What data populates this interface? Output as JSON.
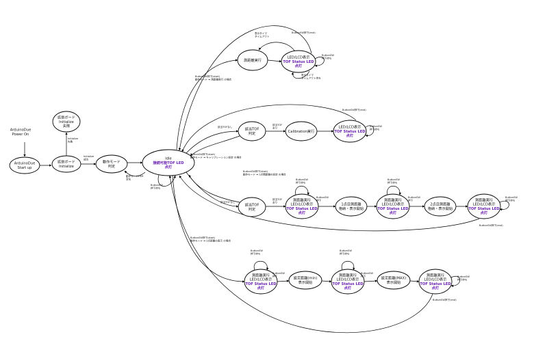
{
  "nodes": [
    {
      "id": "poweron",
      "lines": [
        "ArduinoDue",
        "Power On"
      ],
      "shape": "text"
    },
    {
      "id": "startup",
      "lines": [
        "ArduinoDue",
        "Start up"
      ],
      "shape": "ellipse"
    },
    {
      "id": "ext_init",
      "lines": [
        "拡張ボード",
        "Initialize"
      ],
      "shape": "ellipse"
    },
    {
      "id": "ext_fail",
      "lines": [
        "拡張ボード",
        "Initialize",
        "失敗"
      ],
      "shape": "ellipse"
    },
    {
      "id": "mode_judge",
      "lines": [
        "動作モード",
        "判定"
      ],
      "shape": "ellipse"
    },
    {
      "id": "idle",
      "lines": [
        "Idle",
        "接続可能TOF LED",
        "点灯"
      ],
      "purple": [
        1,
        2
      ],
      "shape": "ellipse"
    },
    {
      "id": "meas_run",
      "lines": [
        "測距離実行"
      ],
      "shape": "ellipse"
    },
    {
      "id": "lcd1",
      "lines": [
        "LED/LCD表示",
        "TOF Status LED",
        "点灯"
      ],
      "purple": [
        1,
        2
      ],
      "shape": "ellipse"
    },
    {
      "id": "tof_judge1",
      "lines": [
        "該当TOF",
        "判定"
      ],
      "shape": "ellipse"
    },
    {
      "id": "calib",
      "lines": [
        "Calibration実行"
      ],
      "shape": "ellipse"
    },
    {
      "id": "lcd2",
      "lines": [
        "LED/LCD表示",
        "TOF Status LED",
        "点灯"
      ],
      "purple": [
        1,
        2
      ],
      "shape": "ellipse"
    },
    {
      "id": "tof_judge2",
      "lines": [
        "該当TOF",
        "判定"
      ],
      "shape": "ellipse"
    },
    {
      "id": "run3",
      "lines": [
        "測距離実行",
        "LED/LCD表示",
        "TOF Status LED",
        "点灯"
      ],
      "purple": [
        2,
        3
      ],
      "shape": "ellipse"
    },
    {
      "id": "pt1",
      "lines": [
        "1点目測距離",
        "格納・表示開始"
      ],
      "shape": "ellipse"
    },
    {
      "id": "run4",
      "lines": [
        "測距離実行",
        "LED/LCD表示",
        "TOF Status LED",
        "点灯"
      ],
      "purple": [
        2,
        3
      ],
      "shape": "ellipse"
    },
    {
      "id": "pt2",
      "lines": [
        "2点目測距離",
        "格納・表示開始"
      ],
      "shape": "ellipse"
    },
    {
      "id": "run5",
      "lines": [
        "測距離実行",
        "LED/LCD表示",
        "TOF Status LED",
        "点灯"
      ],
      "purple": [
        2,
        3
      ],
      "shape": "ellipse"
    },
    {
      "id": "run6",
      "lines": [
        "測距離実行",
        "LED/LCD表示",
        "TOF Status LED",
        "点灯"
      ],
      "purple": [
        2,
        3
      ],
      "shape": "ellipse"
    },
    {
      "id": "set_min",
      "lines": [
        "設定距離(min)",
        "表示開始"
      ],
      "shape": "ellipse"
    },
    {
      "id": "run7",
      "lines": [
        "測距離実行",
        "LED/LCD表示",
        "TOF Status LED",
        "点灯"
      ],
      "purple": [
        2,
        3
      ],
      "shape": "ellipse"
    },
    {
      "id": "set_max",
      "lines": [
        "設定距離(MAX)",
        "表示開始"
      ],
      "shape": "ellipse"
    },
    {
      "id": "run8",
      "lines": [
        "測距離実行",
        "LED/LCD表示",
        "TOF Status LED",
        "点灯"
      ],
      "purple": [
        2,
        3
      ],
      "shape": "ellipse"
    }
  ],
  "edge_labels": [
    {
      "id": "init_fail",
      "lines": [
        "Initialize",
        "失敗"
      ]
    },
    {
      "id": "init_ok",
      "lines": [
        "Initialize",
        "成功"
      ]
    },
    {
      "id": "mode_fsm",
      "lines": [
        "動作モードFSM",
        "変化"
      ]
    },
    {
      "id": "idle_wait",
      "lines": [
        "ButtonSW",
        "押下待ち"
      ]
    },
    {
      "id": "start1",
      "lines": [
        "ButtonSW押下(start)",
        "動作モード ⇔ 測距離実行 の場合"
      ]
    },
    {
      "id": "disp_timeout_a",
      "lines": [
        "表示タイマ",
        "タイムアウト"
      ]
    },
    {
      "id": "disp_timeout_b",
      "lines": [
        "表示タイマ",
        "タイムアウト待ち"
      ]
    },
    {
      "id": "end1",
      "lines": [
        "ButtonSW押下(end)"
      ]
    },
    {
      "id": "wait1",
      "lines": [
        "ButtonSW",
        "押下待ち"
      ]
    },
    {
      "id": "end2",
      "lines": [
        "ButtonSW押下(end)"
      ]
    },
    {
      "id": "no_tof1",
      "lines": [
        "該当TOFなし"
      ]
    },
    {
      "id": "has_tof1",
      "lines": [
        "該当TOF",
        "あり"
      ]
    },
    {
      "id": "wait2",
      "lines": [
        "ButtonSW",
        "押下待ち"
      ]
    },
    {
      "id": "start2",
      "lines": [
        "ButtonSW押下(start)",
        "動作モード ⇔ キャリブレーション設定 の場合"
      ]
    },
    {
      "id": "start3",
      "lines": [
        "ButtonSW押下(start)",
        "動作モード ⇔ 2点間距離の設定 の場合"
      ]
    },
    {
      "id": "no_tof2",
      "lines": [
        "該当TOFなし"
      ]
    },
    {
      "id": "has_tof2",
      "lines": [
        "該当TOF",
        "あり"
      ]
    },
    {
      "id": "wait3",
      "lines": [
        "ButtonSW",
        "押下待ち"
      ]
    },
    {
      "id": "push3",
      "lines": [
        "ButtonSW",
        "押下"
      ]
    },
    {
      "id": "wait4",
      "lines": [
        "ButtonSW",
        "押下待ち"
      ]
    },
    {
      "id": "push4",
      "lines": [
        "ButtonSW",
        "押下"
      ]
    },
    {
      "id": "wait5",
      "lines": [
        "ButtonSW",
        "押下待ち"
      ]
    },
    {
      "id": "end3",
      "lines": [
        "ButtonSW押下(end)"
      ]
    },
    {
      "id": "start4",
      "lines": [
        "ButtonSW押下(start)",
        "動作モード ⇔ 2点距離の表示 の場合"
      ]
    },
    {
      "id": "wait6",
      "lines": [
        "ButtonSW",
        "押下待ち"
      ]
    },
    {
      "id": "push6",
      "lines": [
        "ButtonSW",
        "押下"
      ]
    },
    {
      "id": "wait7",
      "lines": [
        "ButtonSW",
        "押下待ち"
      ]
    },
    {
      "id": "push7",
      "lines": [
        "ButtonSW",
        "押下"
      ]
    },
    {
      "id": "wait8",
      "lines": [
        "ButtonSW",
        "押下待ち"
      ]
    },
    {
      "id": "end4",
      "lines": [
        "ButtonSW押下(end)"
      ]
    }
  ]
}
